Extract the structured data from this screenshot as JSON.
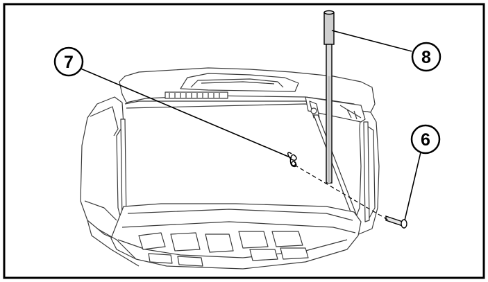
{
  "callouts": [
    {
      "id": "7",
      "label": "7"
    },
    {
      "id": "8",
      "label": "8"
    },
    {
      "id": "6",
      "label": "6"
    }
  ],
  "colors": {
    "outline": "#000000",
    "drawing_line": "#3a3a3a",
    "fill": "#ffffff",
    "shade": "#d9d9d9"
  }
}
